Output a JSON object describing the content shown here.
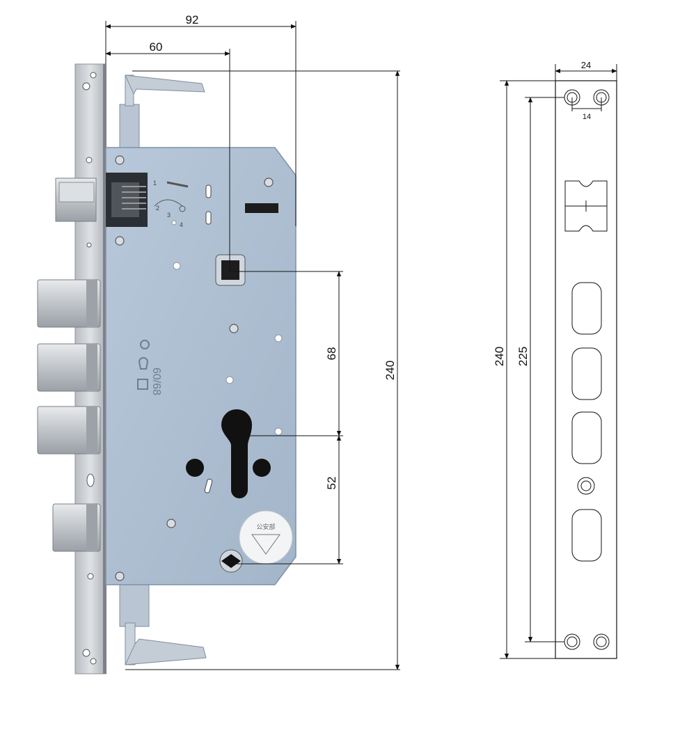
{
  "colors": {
    "line": "#111111",
    "case_body": "#aebfd3",
    "case_edge": "#8fa1b5",
    "steel": "#c9cdd2",
    "steel_dark": "#8c9096",
    "hole": "#1a1a1a",
    "background": "#ffffff"
  },
  "main_view": {
    "dimensions": {
      "width_92": "92",
      "width_60": "60",
      "height_240": "240",
      "spacing_68": "68",
      "spacing_52": "52"
    },
    "case_marking": "60/68",
    "stamp_text": "公安部",
    "dial_labels": [
      "1",
      "2",
      "3",
      "4"
    ]
  },
  "faceplate_view": {
    "dimensions": {
      "width_24": "24",
      "hole_spacing_14": "14",
      "height_240": "240",
      "hole_pitch_225": "225"
    }
  }
}
